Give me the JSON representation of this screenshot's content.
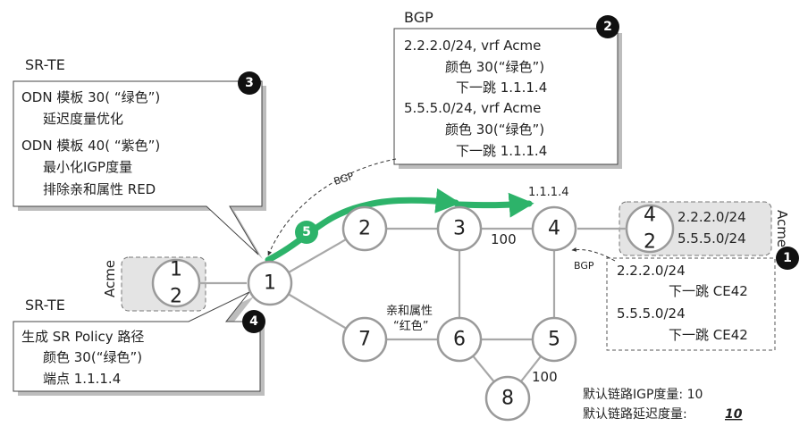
{
  "colors": {
    "green": "#2db36a",
    "red": "#cc1f1f",
    "grey": "#a8a8a8",
    "badge": "#111111",
    "ce_fill": "#e4e4e4"
  },
  "nodes": [
    {
      "id": "1",
      "label": "1"
    },
    {
      "id": "2",
      "label": "2"
    },
    {
      "id": "3",
      "label": "3"
    },
    {
      "id": "4",
      "label": "4"
    },
    {
      "id": "5",
      "label": "5"
    },
    {
      "id": "6",
      "label": "6"
    },
    {
      "id": "7",
      "label": "7"
    },
    {
      "id": "8",
      "label": "8"
    }
  ],
  "links": [
    {
      "from": "1",
      "to": "2",
      "color": "grey"
    },
    {
      "from": "2",
      "to": "3",
      "color": "grey"
    },
    {
      "from": "3",
      "to": "4",
      "color": "grey"
    },
    {
      "from": "1",
      "to": "7",
      "color": "grey"
    },
    {
      "from": "7",
      "to": "6",
      "color": "red"
    },
    {
      "from": "3",
      "to": "6",
      "color": "grey"
    },
    {
      "from": "6",
      "to": "5",
      "color": "grey"
    },
    {
      "from": "4",
      "to": "5",
      "color": "grey"
    },
    {
      "from": "6",
      "to": "8",
      "color": "grey"
    },
    {
      "from": "8",
      "to": "5",
      "color": "grey"
    }
  ],
  "labels": {
    "link_3_4_metric": "100",
    "link_5_8_metric": "100",
    "node4_address": "1.1.1.4",
    "affinity_line1": "亲和属性",
    "affinity_line2": "“红色”",
    "bgp_top": "BGP",
    "bgp_right": "BGP"
  },
  "ce_left": {
    "top": "1",
    "bottom": "2",
    "vrf": "Acme"
  },
  "ce_right": {
    "top": "4",
    "bottom": "2",
    "vrf": "Acme",
    "prefix1": "2.2.2.0/24",
    "prefix2": "5.5.5.0/24"
  },
  "callout_bgp": {
    "title": "BGP",
    "badge": "2",
    "lines": [
      "2.2.2.0/24, vrf Acme",
      "颜色 30(“绿色”)",
      "下一跳 1.1.1.4",
      "5.5.5.0/24, vrf Acme",
      "颜色 30(“绿色”)",
      "下一跳 1.1.1.4"
    ]
  },
  "callout_srte_top": {
    "title": "SR-TE",
    "badge": "3",
    "lines": [
      "ODN 模板 30( “绿色”)",
      "延迟度量优化",
      "ODN 模板 40( “紫色”)",
      "最小化IGP度量",
      "排除亲和属性 RED"
    ]
  },
  "callout_srte_bottom": {
    "title": "SR-TE",
    "badge": "4",
    "lines": [
      "生成 SR Policy 路径",
      "颜色 30(“绿色”)",
      "端点 1.1.1.4"
    ]
  },
  "callout_bgp_right": {
    "badge": "1",
    "lines": [
      "2.2.2.0/24",
      "下一跳 CE42",
      "5.5.5.0/24",
      "下一跳 CE42"
    ]
  },
  "green_path_badge": "5",
  "legend": {
    "line1": "默认链路IGP度量:  10",
    "line2_prefix": "默认链路延迟度量:",
    "line2_value": "10"
  }
}
